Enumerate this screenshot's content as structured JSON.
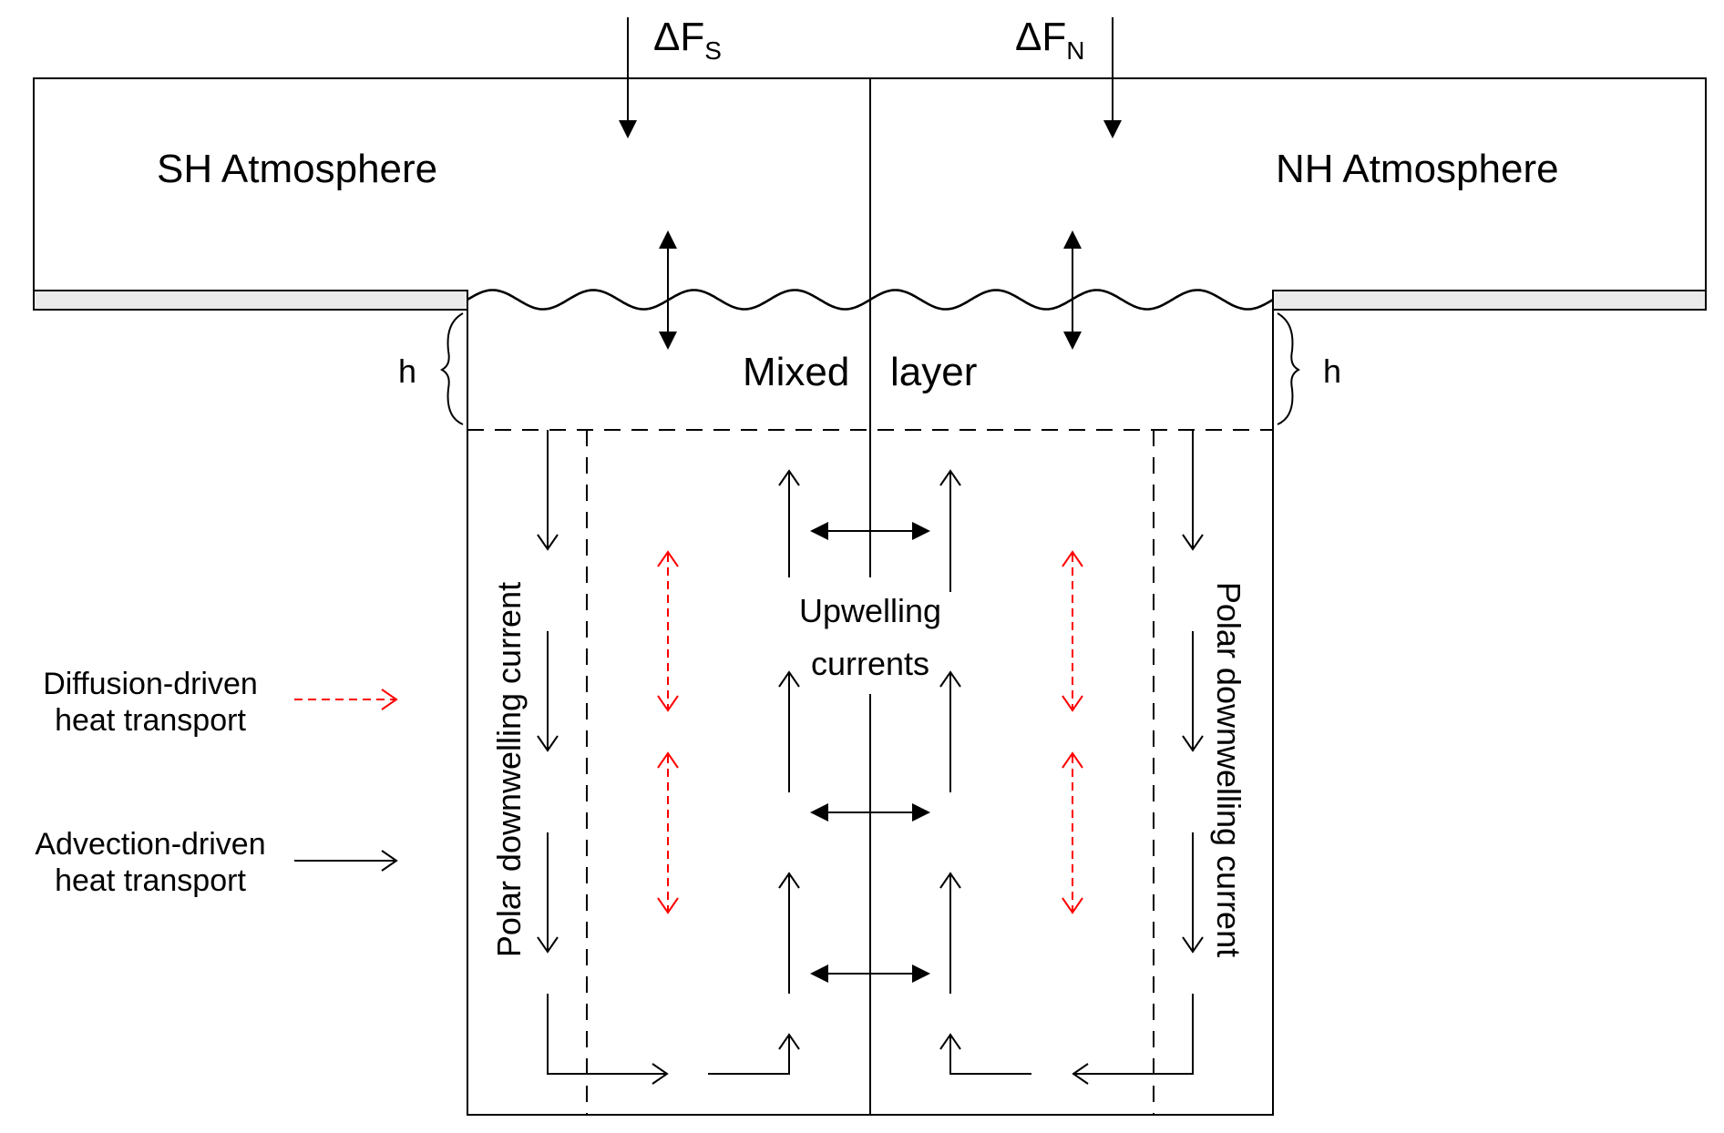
{
  "diagram": {
    "atmosphere": {
      "sh_label": "SH Atmosphere",
      "nh_label": "NH Atmosphere"
    },
    "forcing": {
      "south": {
        "symbol": "ΔF",
        "subscript": "S"
      },
      "north": {
        "symbol": "ΔF",
        "subscript": "N"
      }
    },
    "mixed_layer": {
      "label_left": "Mixed",
      "label_right": "layer",
      "depth_symbol": "h"
    },
    "deep_ocean": {
      "upwelling_line1": "Upwelling",
      "upwelling_line2": "currents",
      "sh_downwelling_label": "Polar downwelling current",
      "nh_downwelling_label": "Polar downwelling current"
    },
    "legend": {
      "diffusion_line1": "Diffusion-driven",
      "diffusion_line2": "heat transport",
      "advection_line1": "Advection-driven",
      "advection_line2": "heat transport"
    },
    "colors": {
      "advection": "#000000",
      "diffusion": "#ff0000",
      "sea_ice_strip": "#ebebeb",
      "background": "#ffffff"
    }
  }
}
